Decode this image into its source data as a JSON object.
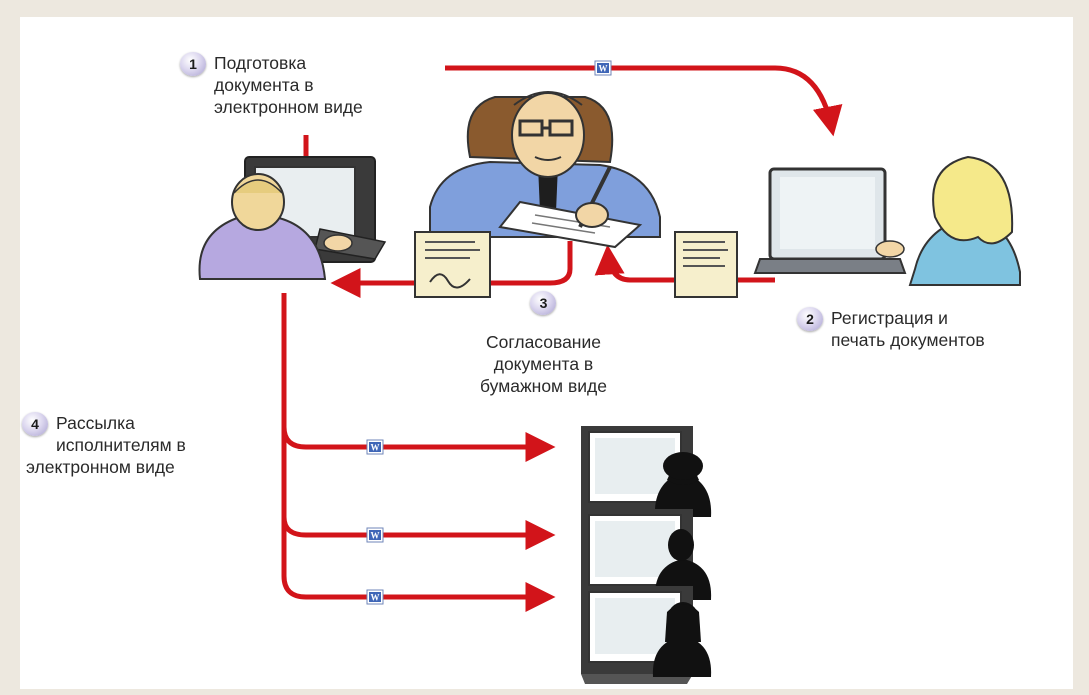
{
  "steps": [
    {
      "number": "1",
      "lines": [
        "Подготовка",
        "документа в",
        "электронном виде"
      ]
    },
    {
      "number": "2",
      "lines": [
        "Регистрация и",
        "печать документов"
      ]
    },
    {
      "number": "3",
      "lines": [
        "Согласование",
        "документа в",
        "бумажном виде"
      ]
    },
    {
      "number": "4",
      "lines": [
        "Рассылка",
        "исполнителям в",
        "электронном виде"
      ]
    }
  ],
  "colors": {
    "arrow": "#d2141a",
    "background": "#ede8df",
    "panel": "#ffffff",
    "badge": "#b8b0dc"
  },
  "icons": [
    "word-document-icon",
    "computer-icon",
    "manager-figure",
    "employee-figure",
    "secretary-figure",
    "paper-document-icon",
    "executor-silhouette"
  ]
}
